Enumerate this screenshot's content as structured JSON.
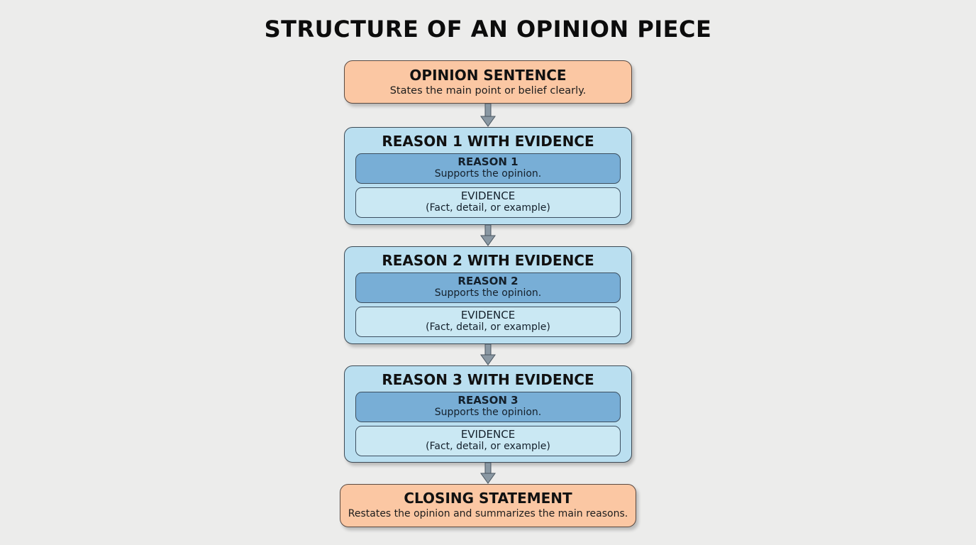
{
  "title": "STRUCTURE OF AN OPINION PIECE",
  "opening": {
    "heading": "OPINION SENTENCE",
    "description": "States the main point or belief clearly."
  },
  "reasons": [
    {
      "heading": "REASON 1 WITH EVIDENCE",
      "reason_label": "REASON 1",
      "reason_text": "Supports the opinion.",
      "evidence_label": "EVIDENCE",
      "evidence_text": "(Fact, detail, or example)"
    },
    {
      "heading": "REASON 2 WITH EVIDENCE",
      "reason_label": "REASON 2",
      "reason_text": "Supports the opinion.",
      "evidence_label": "EVIDENCE",
      "evidence_text": "(Fact, detail, or example)"
    },
    {
      "heading": "REASON 3 WITH EVIDENCE",
      "reason_label": "REASON 3",
      "reason_text": "Supports the opinion.",
      "evidence_label": "EVIDENCE",
      "evidence_text": "(Fact, detail, or example)"
    }
  ],
  "closing": {
    "heading": "CLOSING STATEMENT",
    "description": "Restates the opinion and summarizes the main reasons."
  },
  "colors": {
    "background": "#ececeb",
    "orange_box": "#fbc7a3",
    "blue_outer": "#badff0",
    "reason_box": "#78aed6",
    "evidence_box": "#cae8f3",
    "arrow": "#8a98a3"
  }
}
